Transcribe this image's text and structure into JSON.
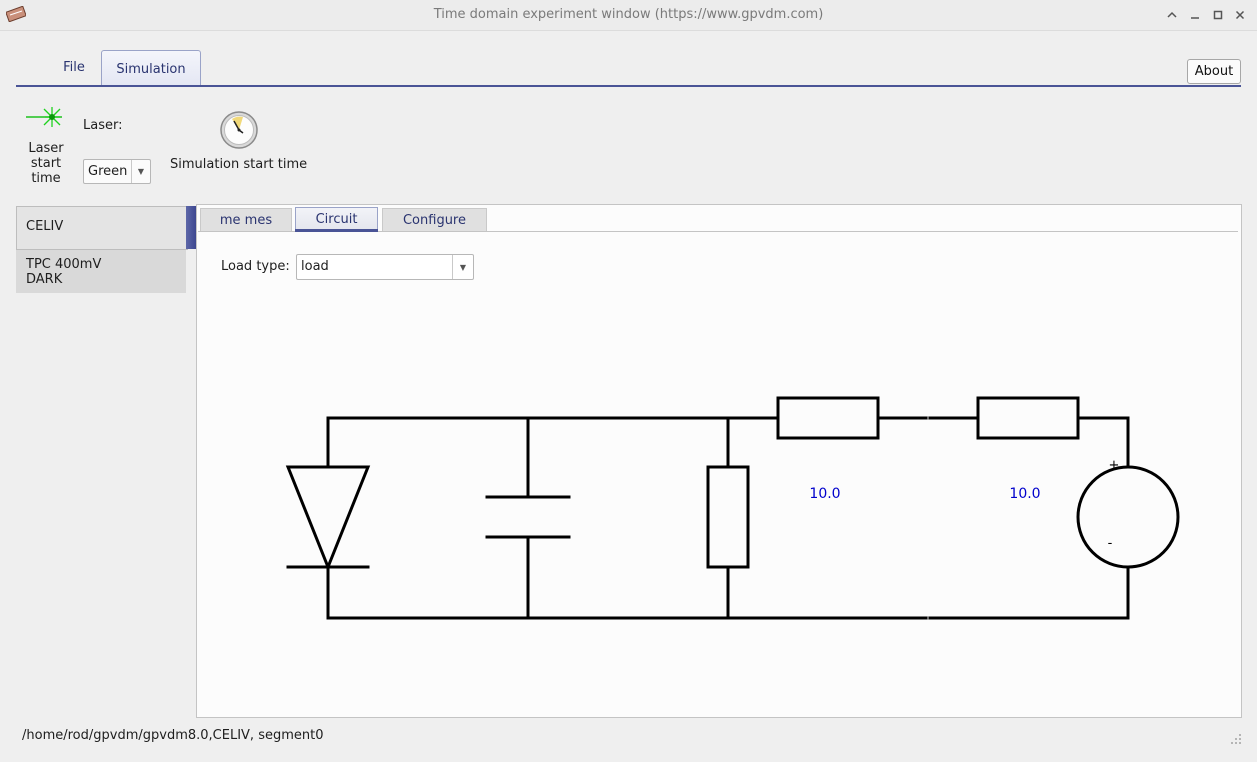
{
  "window": {
    "title": "Time domain experiment window (https://www.gpvdm.com)",
    "controls": [
      "chevron-up-icon",
      "minimize-icon",
      "maximize-icon",
      "close-icon"
    ]
  },
  "ribbon": {
    "tabs": [
      {
        "label": "File"
      },
      {
        "label": "Simulation",
        "active": true
      }
    ],
    "about_label": "About"
  },
  "toolbar": {
    "laser_start_time_label": "Laser start time",
    "laser_caption": "Laser:",
    "laser_select_value": "Green",
    "sim_start_label": "Simulation start time",
    "laser_icon": "laser-beam-icon",
    "clock_icon": "clock-icon"
  },
  "experiments": {
    "items": [
      {
        "label": "CELIV",
        "selected": true
      },
      {
        "label": "TPC 400mV DARK",
        "line1": "TPC 400mV",
        "line2": "DARK"
      }
    ]
  },
  "inner_tabs": {
    "tabs": [
      {
        "label": "me mes"
      },
      {
        "label": "Circuit",
        "active": true
      },
      {
        "label": "Configure"
      }
    ]
  },
  "circuit": {
    "load_type_label": "Load type:",
    "load_type_value": "load",
    "resistor1_value": "10.0",
    "resistor2_value": "10.0",
    "source_plus": "+",
    "source_minus": "-",
    "value_color": "#0000cc"
  },
  "status": {
    "path_text": "/home/rod/gpvdm/gpvdm8.0,CELIV, segment0"
  }
}
